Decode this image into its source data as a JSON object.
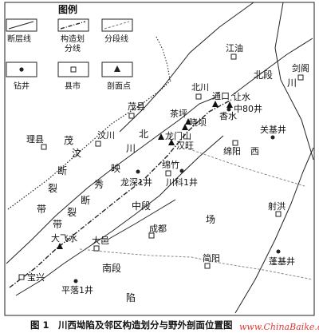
{
  "legend": {
    "title": "图例",
    "fault": "断层线",
    "tectonic_boundary": [
      "构造划",
      "分线"
    ],
    "segment_line": "分段线",
    "well": "钻井",
    "city": "县市",
    "section_point": "剖面点"
  },
  "places": {
    "jiangyou": "江油",
    "jiange": "剑阁",
    "beichuan": "北川",
    "tongkou": "通口",
    "jiangshui": "让水",
    "xiangshui": "香水",
    "zhong80": "中80井",
    "beiduan": "北段",
    "chuan_ne": "川",
    "chaping": "茶坪",
    "xiaoba": "晓坝",
    "maoxian": "茂县",
    "wenchuan": "汶川",
    "longmenshan": "龙门山",
    "hanwang": "汉旺",
    "guanji": "关基井",
    "lixian": "理县",
    "mianyang": "绵阳",
    "xi": "西",
    "mianzhu": "绵竹",
    "longshen": "龙深1井",
    "chuanke": "川科1井",
    "zhongduan": "中段",
    "chengdu": "成都",
    "chang": "场",
    "shehong": "射洪",
    "dafeishui": "大飞水",
    "dayi": "大邑",
    "jianyang": "简阳",
    "pengji": "蓬基井",
    "nanduan": "南段",
    "baoxing": "宝兴",
    "pingluo": "平落1井",
    "xian": "陷"
  },
  "belt_chars": {
    "mao": "茂",
    "wen": "汶",
    "duan1": "断",
    "lie1": "裂",
    "dai1": "带",
    "bei": "北",
    "chuan": "川",
    "ying": "映",
    "xiu": "秀",
    "duan2": "断",
    "lie2": "裂",
    "dai2": "带"
  },
  "caption": "图 1　川西坳陷及邻区构造划分与野外剖面位置图",
  "watermark": "www.ChinaBaike.cn"
}
